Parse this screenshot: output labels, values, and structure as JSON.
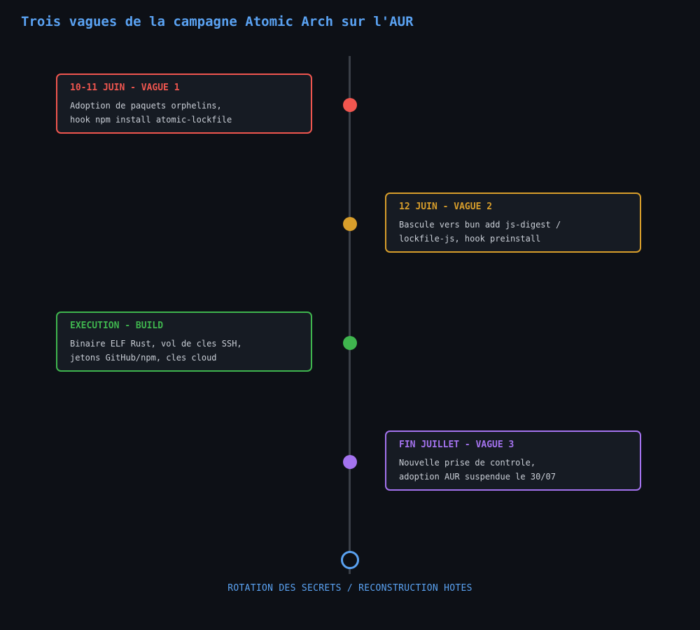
{
  "title": "Trois vagues de la campagne Atomic Arch sur l'AUR",
  "events": [
    {
      "label": "10-11 JUIN - VAGUE 1",
      "lines": [
        "Adoption de paquets orphelins,",
        "hook npm install atomic-lockfile"
      ],
      "color": "#f0564f",
      "side": "left"
    },
    {
      "label": "12 JUIN - VAGUE 2",
      "lines": [
        "Bascule vers bun add js-digest /",
        "lockfile-js, hook preinstall"
      ],
      "color": "#d89e2b",
      "side": "right"
    },
    {
      "label": "EXECUTION - BUILD",
      "lines": [
        "Binaire ELF Rust, vol de cles SSH,",
        "jetons GitHub/npm, cles cloud"
      ],
      "color": "#3fb54e",
      "side": "left"
    },
    {
      "label": "FIN JUILLET - VAGUE 3",
      "lines": [
        "Nouvelle prise de controle,",
        "adoption AUR suspendue le 30/07"
      ],
      "color": "#a473ef",
      "side": "right"
    }
  ],
  "footer": "ROTATION DES SECRETS / RECONSTRUCTION HOTES",
  "accent": "#5aa2f2"
}
